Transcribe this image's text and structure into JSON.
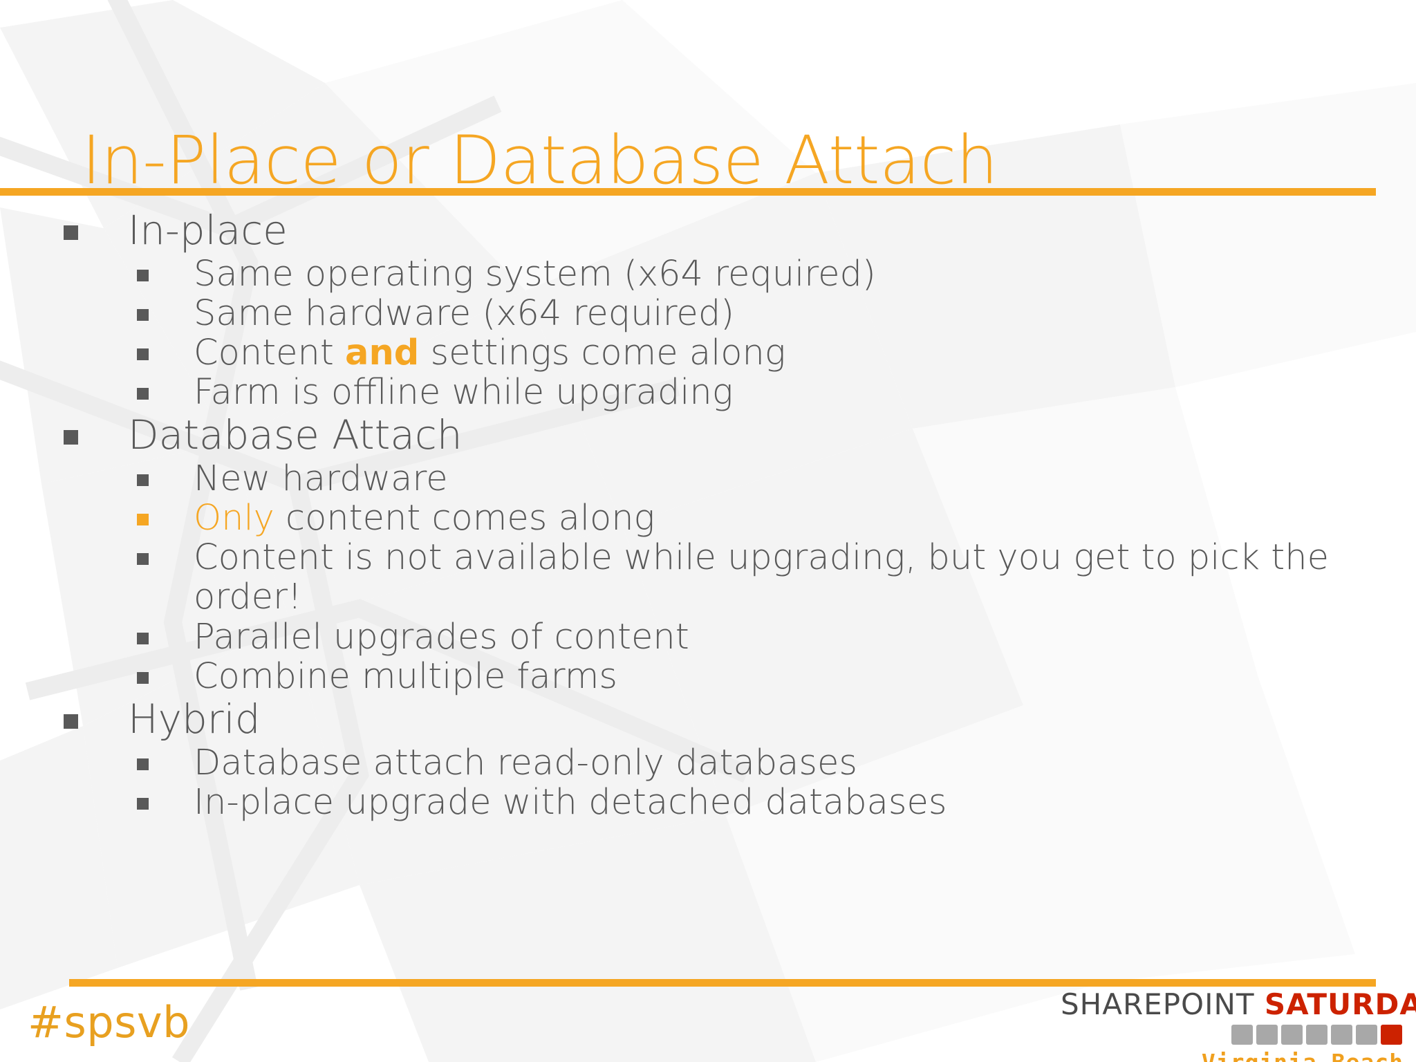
{
  "slide": {
    "title": "In-Place or Database Attach",
    "accent_color": "#F5A623",
    "body_text_color": "#595959",
    "background_color": "#FFFFFF"
  },
  "content": {
    "groups": [
      {
        "label": "In-place",
        "bullet": "square",
        "children": [
          {
            "text": "Same operating system (x64 required)",
            "bullet_color": "gray"
          },
          {
            "text": "Same hardware (x64 required)",
            "bullet_color": "gray"
          },
          {
            "bullet_color": "gray",
            "pre": "Content ",
            "accent": "and",
            "accent_bold": true,
            "post": " settings come along"
          },
          {
            "text": "Farm is offline while upgrading",
            "bullet_color": "gray"
          }
        ]
      },
      {
        "label": "Database Attach",
        "bullet": "square",
        "children": [
          {
            "text": "New hardware",
            "bullet_color": "gray"
          },
          {
            "bullet_color": "orange",
            "pre": "",
            "accent": "Only",
            "accent_bold": false,
            "post": " content comes along"
          },
          {
            "text": "Content is not available while upgrading, but you get to pick the order!",
            "bullet_color": "gray"
          },
          {
            "text": "Parallel upgrades of content",
            "bullet_color": "gray"
          },
          {
            "text": "Combine multiple farms",
            "bullet_color": "gray"
          }
        ]
      },
      {
        "label": "Hybrid",
        "bullet": "square",
        "children": [
          {
            "text": "Database attach read-only databases",
            "bullet_color": "gray"
          },
          {
            "text": "In-place upgrade with detached databases",
            "bullet_color": "gray"
          }
        ]
      }
    ]
  },
  "footer": {
    "hashtag": "#spsvb",
    "logo": {
      "word_one": "SHAREPOINT",
      "word_two": "SATURDAY",
      "city": "Virginia Beach",
      "square_count": 7,
      "highlight_index": 6,
      "gray_color": "#A8A8A8",
      "red_color": "#CC2200",
      "city_color": "#F0A01E"
    }
  }
}
